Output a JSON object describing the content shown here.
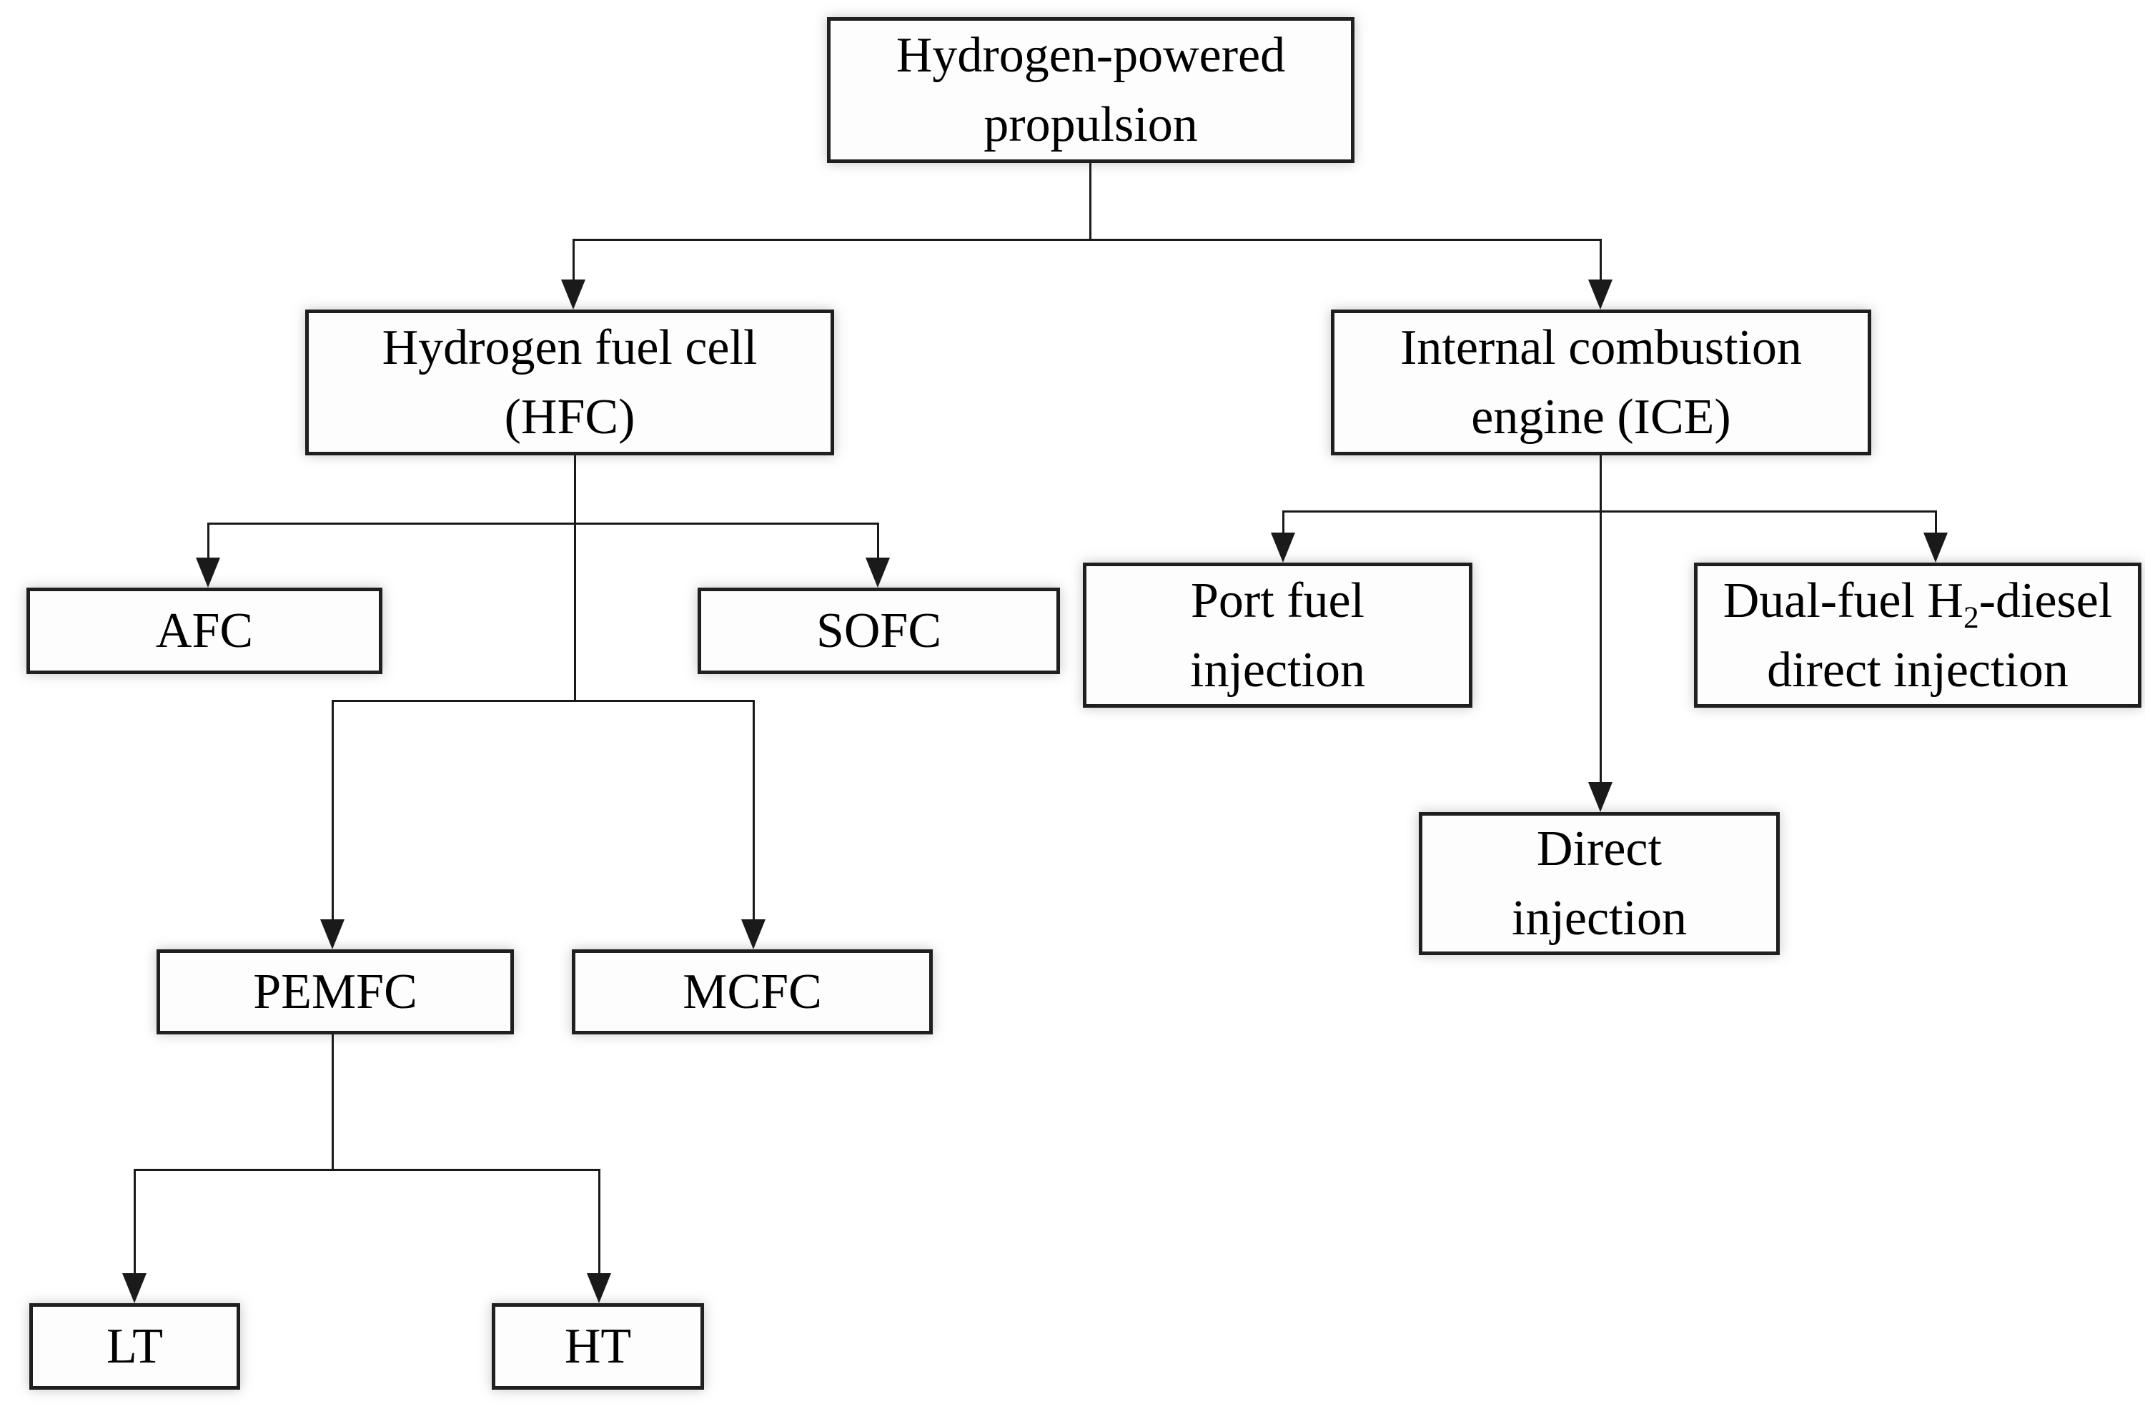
{
  "diagram": {
    "type": "flowchart-hierarchy",
    "nodes": {
      "root": {
        "line1": "Hydrogen-powered",
        "line2": "propulsion"
      },
      "hfc": {
        "line1": "Hydrogen fuel cell",
        "line2": "(HFC)"
      },
      "ice": {
        "line1": "Internal combustion",
        "line2": "engine (ICE)"
      },
      "afc": {
        "label": "AFC"
      },
      "sofc": {
        "label": "SOFC"
      },
      "pemfc": {
        "label": "PEMFC"
      },
      "mcfc": {
        "label": "MCFC"
      },
      "lt": {
        "label": "LT"
      },
      "ht": {
        "label": "HT"
      },
      "port": {
        "line1": "Port fuel",
        "line2": "injection"
      },
      "dual": {
        "line1_pre": "Dual-fuel H",
        "line1_sub": "2",
        "line1_post": "-diesel",
        "line2": "direct injection"
      },
      "direct": {
        "line1": "Direct",
        "line2": "injection"
      }
    },
    "edges": [
      [
        "Hydrogen-powered propulsion",
        "Hydrogen fuel cell (HFC)"
      ],
      [
        "Hydrogen-powered propulsion",
        "Internal combustion engine (ICE)"
      ],
      [
        "Hydrogen fuel cell (HFC)",
        "AFC"
      ],
      [
        "Hydrogen fuel cell (HFC)",
        "SOFC"
      ],
      [
        "Hydrogen fuel cell (HFC)",
        "PEMFC"
      ],
      [
        "Hydrogen fuel cell (HFC)",
        "MCFC"
      ],
      [
        "PEMFC",
        "LT"
      ],
      [
        "PEMFC",
        "HT"
      ],
      [
        "Internal combustion engine (ICE)",
        "Port fuel injection"
      ],
      [
        "Internal combustion engine (ICE)",
        "Direct injection"
      ],
      [
        "Internal combustion engine (ICE)",
        "Dual-fuel H2-diesel direct injection"
      ]
    ],
    "colors": {
      "background": "#ffffff",
      "box_fill": "#fdfdfd",
      "border": "#1f1f1f",
      "line": "#1a1a1a",
      "text": "#000000"
    }
  }
}
